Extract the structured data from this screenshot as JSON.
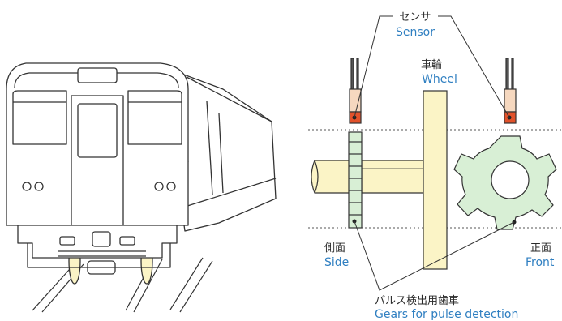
{
  "labels": {
    "sensor_ja": "センサ",
    "sensor_en": "Sensor",
    "wheel_ja": "車輪",
    "wheel_en": "Wheel",
    "side_ja": "側面",
    "side_en": "Side",
    "front_ja": "正面",
    "front_en": "Front",
    "gear_ja": "パルス検出用歯車",
    "gear_en": "Gears for pulse detection"
  },
  "colors": {
    "english_text": "#2f7fc1",
    "sensor_body": "#f6d8bf",
    "sensor_tip": "#e2522b",
    "wheel_fill": "#fbf4c6",
    "gear_fill": "#d8efd5",
    "axle_fill": "#fbf4c6",
    "train_wheel_fill": "#fbf4c6"
  }
}
